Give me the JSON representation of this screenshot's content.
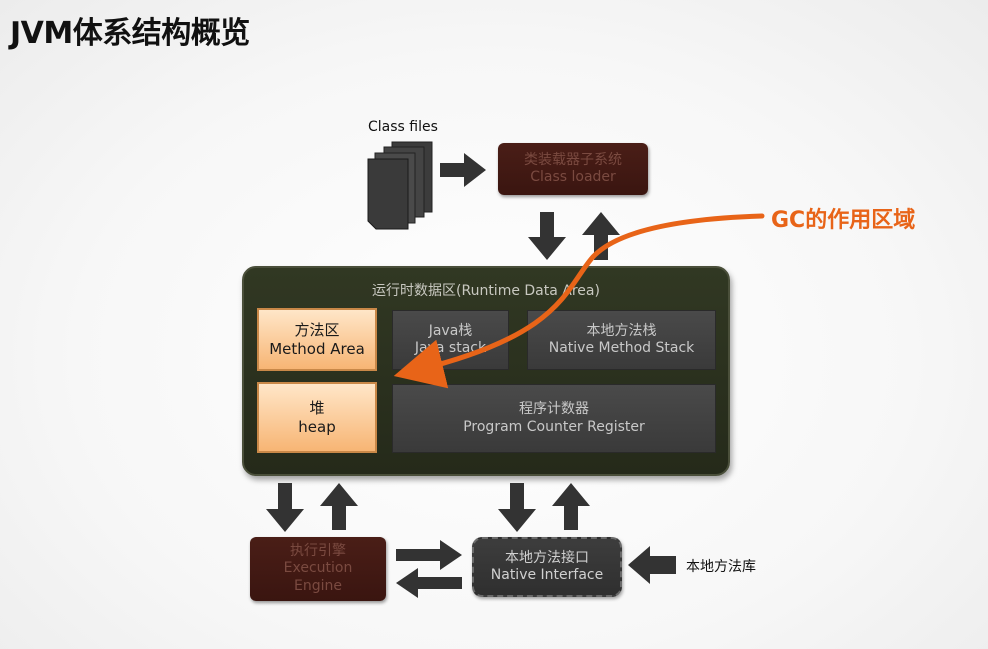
{
  "title": "JVM体系结构概览",
  "class_files": "Class files",
  "class_loader": {
    "zh": "类装载器子系统",
    "en": "Class loader"
  },
  "gc_label": "GC的作用区域",
  "runtime": {
    "title": "运行时数据区(Runtime Data Area)",
    "method_area": {
      "zh": "方法区",
      "en": "Method Area"
    },
    "java_stack": {
      "zh": "Java栈",
      "en": "Java stack"
    },
    "native_stack": {
      "zh": "本地方法栈",
      "en": "Native Method Stack"
    },
    "heap": {
      "zh": "堆",
      "en": "heap"
    },
    "pc_register": {
      "zh": "程序计数器",
      "en": "Program Counter Register"
    }
  },
  "execution_engine": {
    "zh": "执行引擎",
    "en1": "Execution",
    "en2": "Engine"
  },
  "native_interface": {
    "zh": "本地方法接口",
    "en": "Native Interface"
  },
  "native_library": "本地方法库",
  "colors": {
    "gc_accent": "#e86418",
    "highlight": "#f7b574",
    "loader": "#3a1510"
  }
}
